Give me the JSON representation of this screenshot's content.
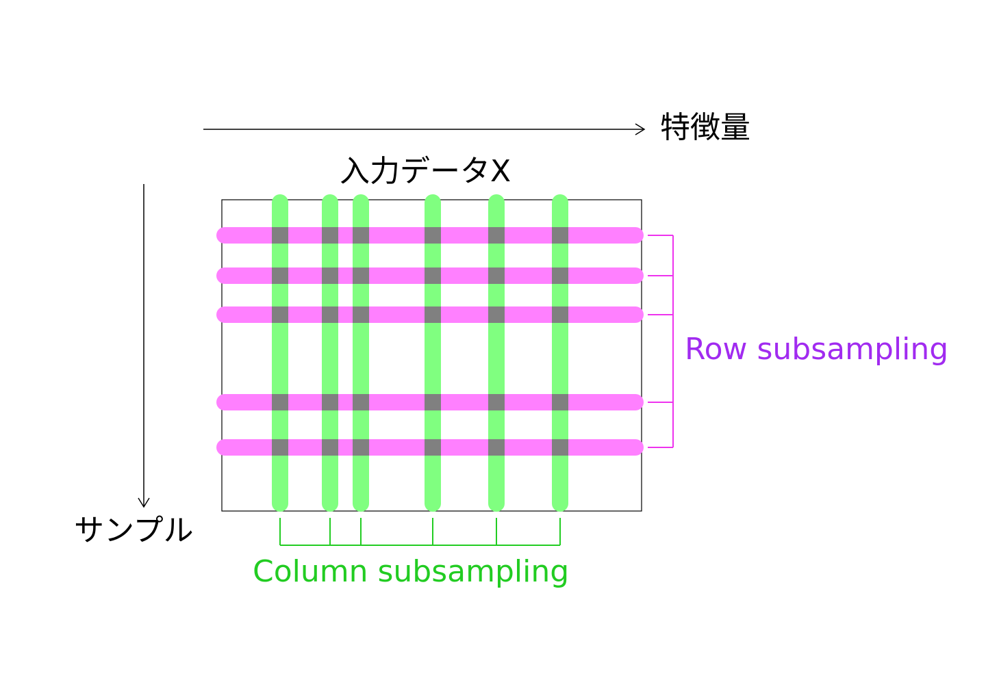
{
  "labels": {
    "features_axis": "特徴量",
    "samples_axis": "サンプル",
    "matrix_title": "入力データX",
    "row_subsampling": "Row subsampling",
    "column_subsampling": "Column subsampling"
  },
  "colors": {
    "row_band": "#ff80ff",
    "column_band": "#80ff80",
    "overlap": "#808080",
    "row_bracket": "#ee33ee",
    "column_bracket": "#22cc22",
    "row_text": "#a12bf0",
    "column_text": "#22cc22",
    "frame": "#000000"
  }
}
